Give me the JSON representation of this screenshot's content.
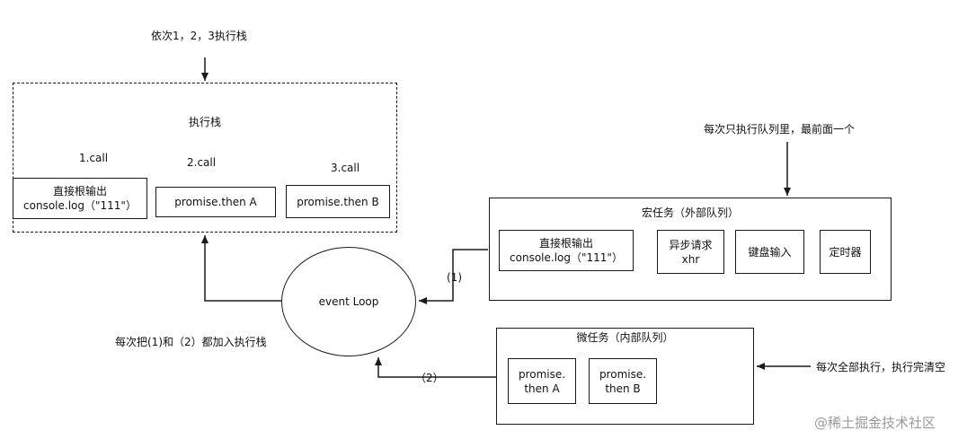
{
  "top_note": "依次1，2，3执行栈",
  "stack": {
    "title": "执行栈",
    "calls": [
      {
        "label": "1.call",
        "box": "直接根输出\nconsole.log（\"111\"）"
      },
      {
        "label": "2.call",
        "box": "promise.then A"
      },
      {
        "label": "3.call",
        "box": "promise.then B"
      }
    ]
  },
  "event_loop": "event Loop",
  "left_note": "每次把(1)和（2）都加入执行栈",
  "macro": {
    "title": "宏任务（外部队列）",
    "note": "每次只执行队列里，最前面一个",
    "items": [
      "直接根输出\nconsole.log（\"111\"）",
      "异步请求\nxhr",
      "键盘输入",
      "定时器"
    ],
    "arrow_label": "(1)"
  },
  "micro": {
    "title": "微任务（内部队列）",
    "note": "每次全部执行，执行完清空",
    "items": [
      "promise.\nthen A",
      "promise.\nthen B"
    ],
    "arrow_label": "（2）"
  },
  "watermark": "@稀土掘金技术社区"
}
